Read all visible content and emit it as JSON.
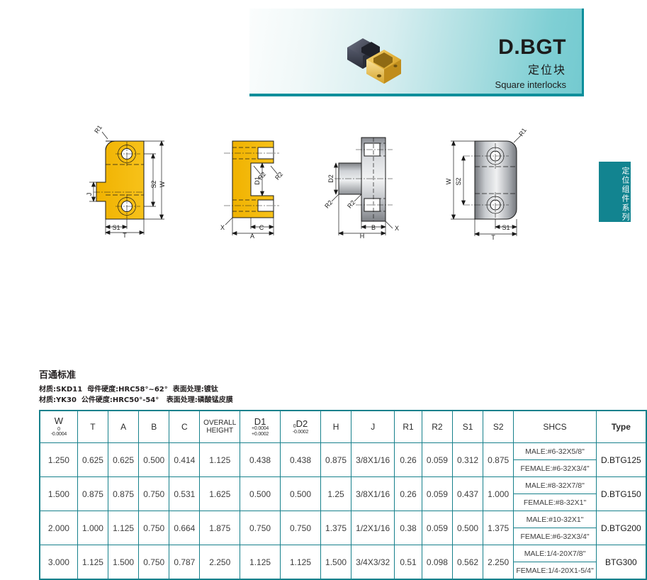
{
  "banner": {
    "code": "D.BGT",
    "name_cn": "定位块",
    "name_en": "Square interlocks",
    "product_image_alt": "square-interlock-blocks"
  },
  "side_tab": {
    "label": "定位组件系列"
  },
  "drawings": [
    {
      "id": "front-view-gold",
      "labels": [
        "R1",
        "J",
        "S1",
        "T",
        "S2",
        "W"
      ]
    },
    {
      "id": "section-view-gold",
      "labels": [
        "R2",
        "R2",
        "D1",
        "X",
        "C",
        "A"
      ]
    },
    {
      "id": "section-view-steel",
      "labels": [
        "D2",
        "R2",
        "R2",
        "B",
        "H",
        "X"
      ]
    },
    {
      "id": "front-view-steel",
      "labels": [
        "R1",
        "W",
        "S2",
        "S1",
        "T"
      ]
    }
  ],
  "spec": {
    "title": "百通标准",
    "line1": "材质:SKD11  母件硬度:HRC58°~62°  表面处理:镀钛",
    "line2": "材质:YK30  公件硬度:HRC50°-54°   表面处理:磷酸锰皮膜"
  },
  "table": {
    "headers": [
      {
        "label": "W",
        "tol_top": "0",
        "tol_bottom": "-0.0004",
        "style": "tol-left"
      },
      {
        "label": "T"
      },
      {
        "label": "A"
      },
      {
        "label": "B"
      },
      {
        "label": "C"
      },
      {
        "label": "OVERALL HEIGHT",
        "style": "two-line"
      },
      {
        "label": "D1",
        "tol_top": "+0.0004",
        "tol_bottom": "+0.0002",
        "style": "tol-stack"
      },
      {
        "label": "D2",
        "tol_top": "0",
        "tol_bottom": "-0.0002",
        "style": "tol-left"
      },
      {
        "label": "H"
      },
      {
        "label": "J"
      },
      {
        "label": "R1"
      },
      {
        "label": "R2"
      },
      {
        "label": "S1"
      },
      {
        "label": "S2"
      },
      {
        "label": "SHCS"
      },
      {
        "label": "Type"
      }
    ],
    "rows": [
      {
        "W": "1.250",
        "T": "0.625",
        "A": "0.625",
        "B": "0.500",
        "C": "0.414",
        "OVERALL_HEIGHT": "1.125",
        "D1": "0.438",
        "D2": "0.438",
        "H": "0.875",
        "J": "3/8X1/16",
        "R1": "0.26",
        "R2": "0.059",
        "S1": "0.312",
        "S2": "0.875",
        "shcs_male": "MALE:#6-32X5/8\"",
        "shcs_female": "FEMALE:#6-32X3/4\"",
        "Type": "D.BTG125"
      },
      {
        "W": "1.500",
        "T": "0.875",
        "A": "0.875",
        "B": "0.750",
        "C": "0.531",
        "OVERALL_HEIGHT": "1.625",
        "D1": "0.500",
        "D2": "0.500",
        "H": "1.25",
        "J": "3/8X1/16",
        "R1": "0.26",
        "R2": "0.059",
        "S1": "0.437",
        "S2": "1.000",
        "shcs_male": "MALE:#8-32X7/8\"",
        "shcs_female": "FEMALE:#8-32X1\"",
        "Type": "D.BTG150"
      },
      {
        "W": "2.000",
        "T": "1.000",
        "A": "1.125",
        "B": "0.750",
        "C": "0.664",
        "OVERALL_HEIGHT": "1.875",
        "D1": "0.750",
        "D2": "0.750",
        "H": "1.375",
        "J": "1/2X1/16",
        "R1": "0.38",
        "R2": "0.059",
        "S1": "0.500",
        "S2": "1.375",
        "shcs_male": "MALE:#10-32X1\"",
        "shcs_female": "FEMALE:#6-32X3/4\"",
        "Type": "D.BTG200"
      },
      {
        "W": "3.000",
        "T": "1.125",
        "A": "1.500",
        "B": "0.750",
        "C": "0.787",
        "OVERALL_HEIGHT": "2.250",
        "D1": "1.125",
        "D2": "1.125",
        "H": "1.500",
        "J": "3/4X3/32",
        "R1": "0.51",
        "R2": "0.098",
        "S1": "0.562",
        "S2": "2.250",
        "shcs_male": "MALE:1/4-20X7/8\"",
        "shcs_female": "FEMALE:1/4-20X1-5/4\"",
        "Type": "BTG300"
      }
    ]
  },
  "colors": {
    "teal": "#17818c",
    "teal_tab": "#128490",
    "gold": "#f2b705",
    "banner_border": "#0d8f9b"
  }
}
